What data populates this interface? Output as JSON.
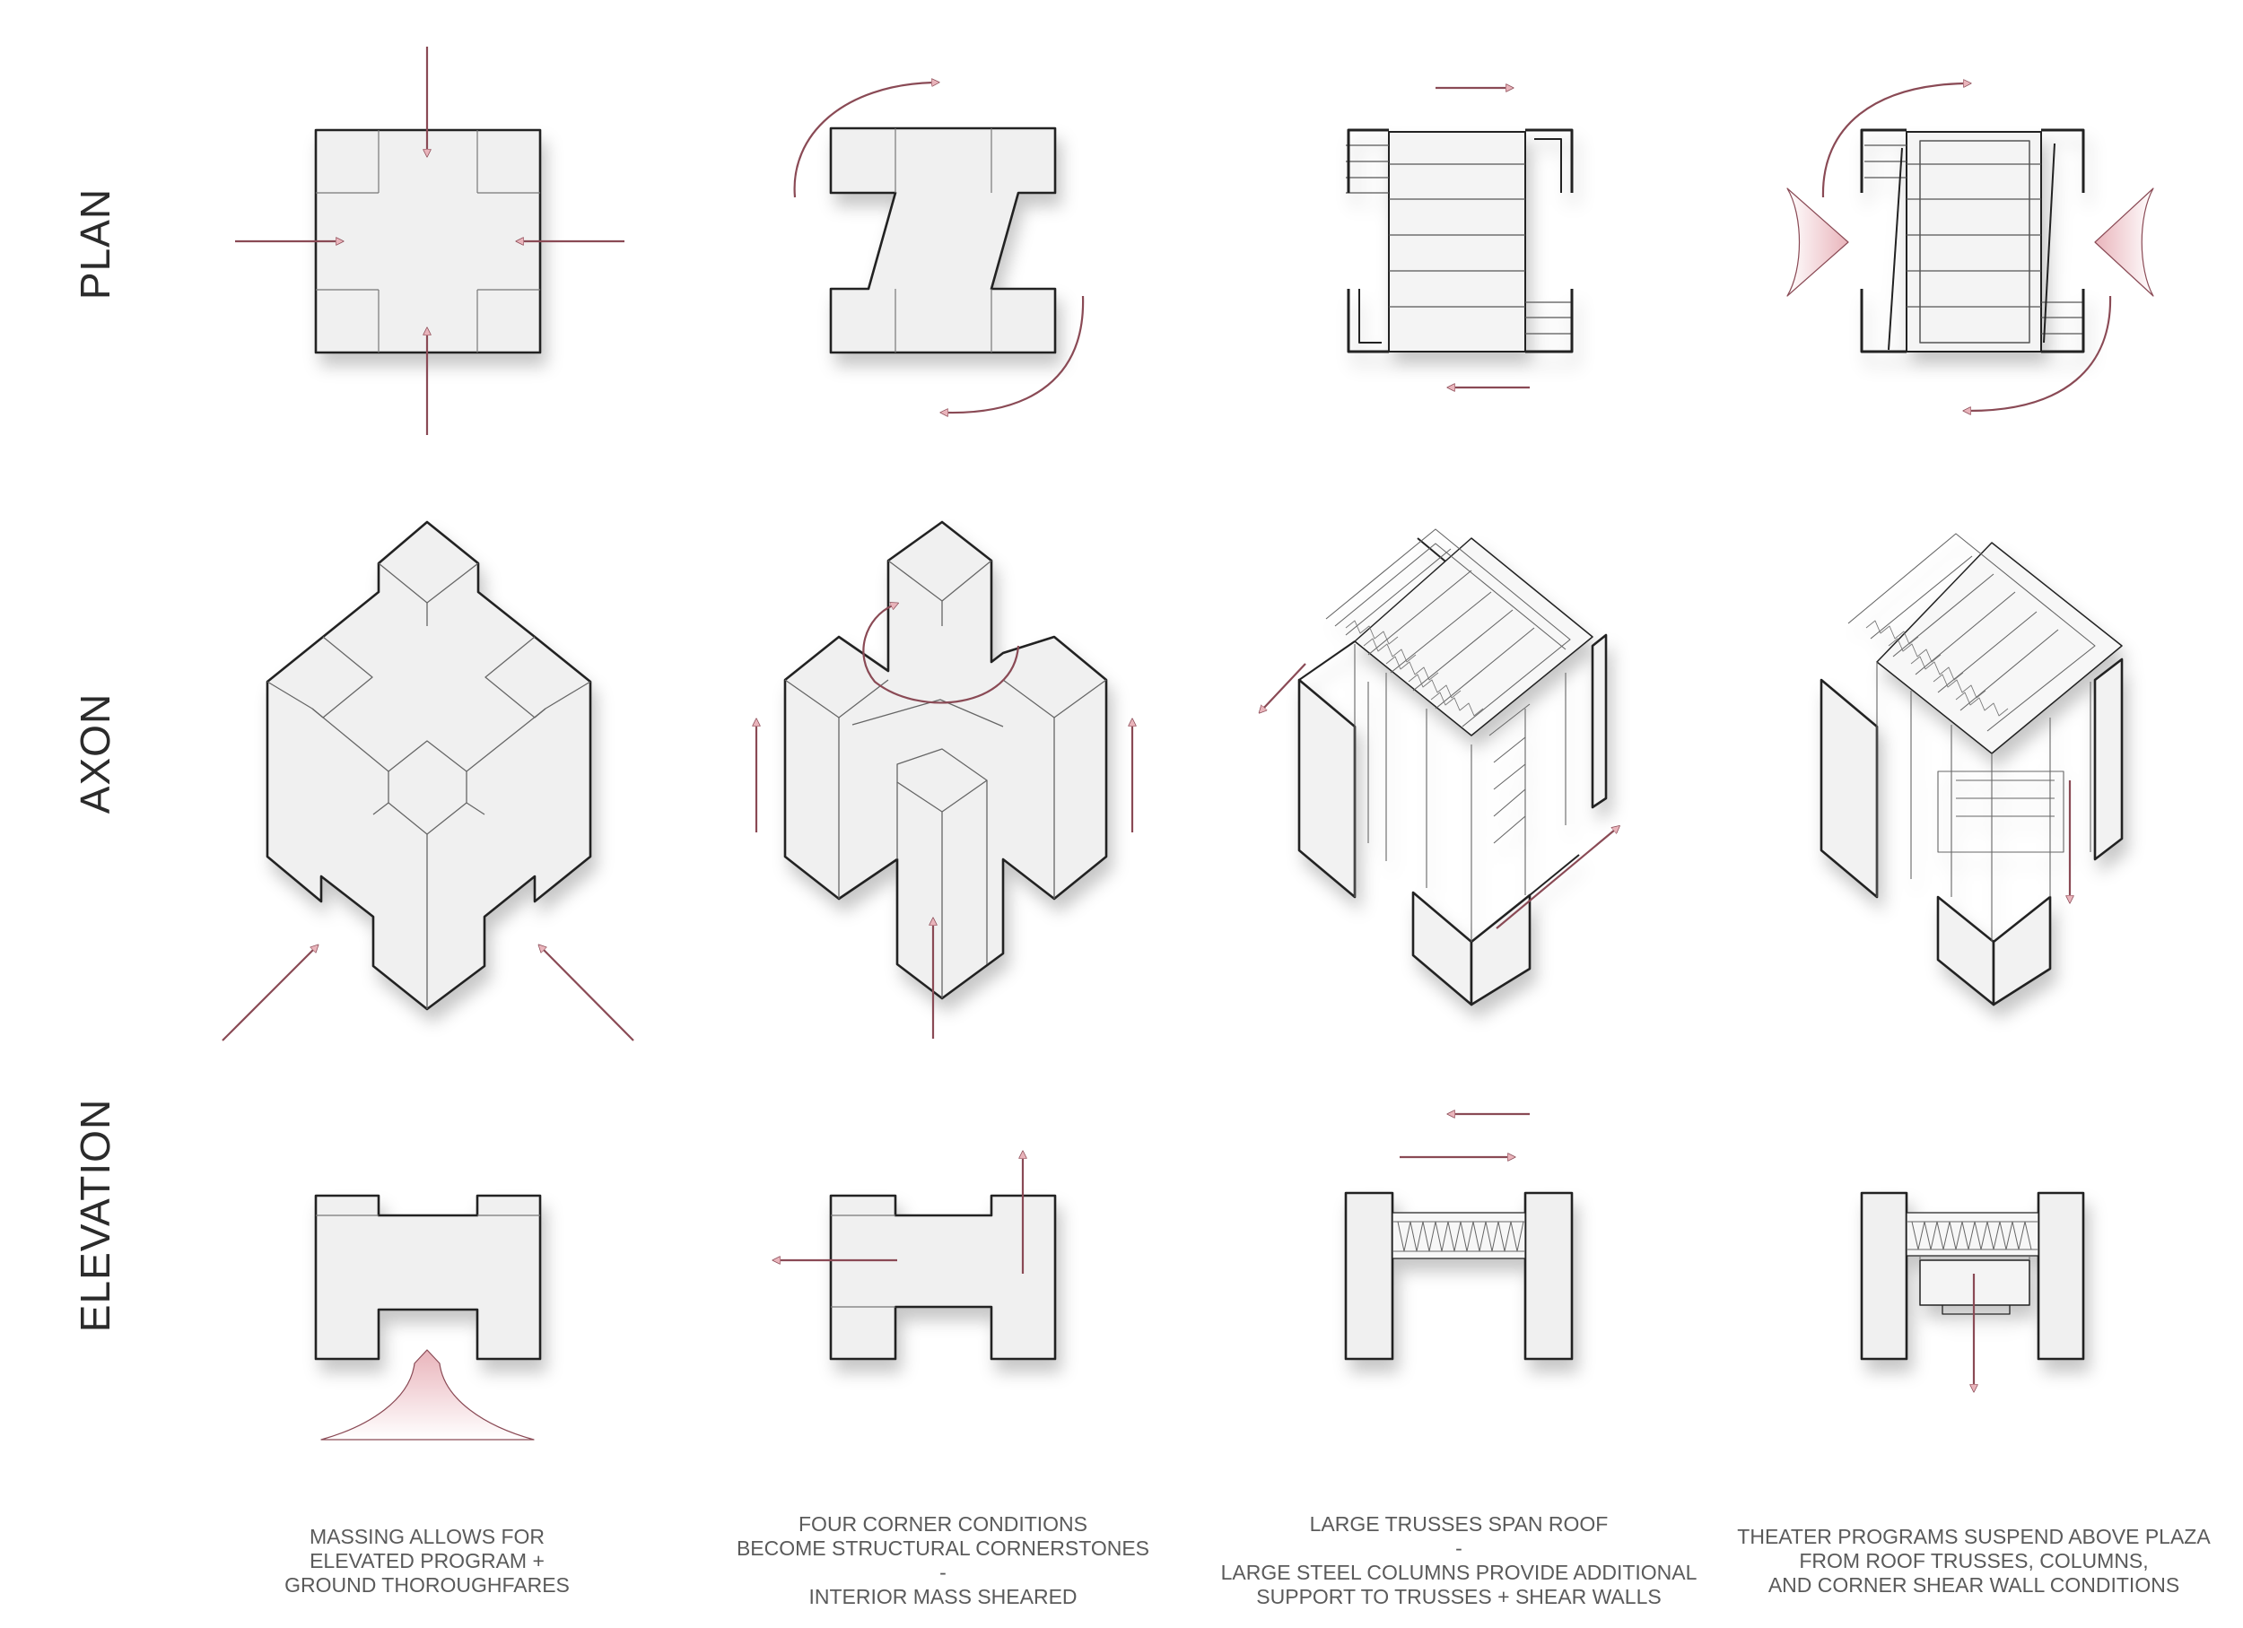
{
  "rows": {
    "plan": "PLAN",
    "axon": "AXON",
    "elevation": "ELEVATION"
  },
  "captions": [
    {
      "lines": [
        "MASSING ALLOWS FOR",
        "ELEVATED PROGRAM +",
        "GROUND THOROUGHFARES"
      ]
    },
    {
      "lines": [
        "FOUR CORNER CONDITIONS",
        "BECOME STRUCTURAL CORNERSTONES",
        "-",
        "INTERIOR MASS SHEARED"
      ]
    },
    {
      "lines": [
        "LARGE TRUSSES SPAN ROOF",
        "-",
        "LARGE STEEL COLUMNS PROVIDE ADDITIONAL",
        "SUPPORT TO TRUSSES + SHEAR WALLS"
      ]
    },
    {
      "lines": [
        "THEATER PROGRAMS SUSPEND ABOVE PLAZA",
        "FROM ROOF TRUSSES, COLUMNS,",
        "AND CORNER SHEAR WALL CONDITIONS"
      ]
    }
  ],
  "colors": {
    "arrow_fill": "#e9b4bb",
    "arrow_stroke": "#8a4a55",
    "mass_fill": "#f0f0f0",
    "line": "#222222",
    "text": "#5a5a5a"
  }
}
